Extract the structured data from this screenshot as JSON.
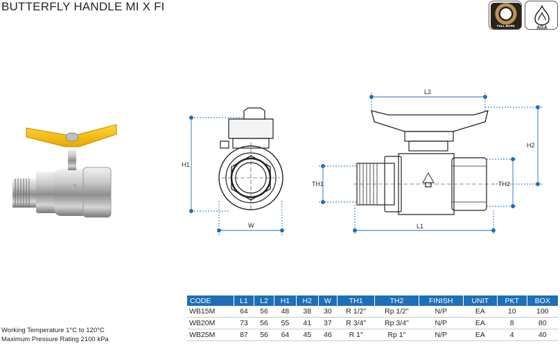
{
  "title": "BUTTERFLY HANDLE MI X FI",
  "badges": [
    {
      "icon": "full-bore-icon",
      "label": "FULL BORE"
    },
    {
      "icon": "aga-flame-icon",
      "label": "AGA"
    }
  ],
  "drawing": {
    "labels": {
      "h1": "H1",
      "w": "W",
      "l2": "L2",
      "h2": "H2",
      "th1": "TH1",
      "th2": "TH2",
      "l1": "L1"
    },
    "line_color": "#1d6fb8"
  },
  "specs": {
    "working_temperature": "Working Temperature  1°C to 120°C",
    "max_pressure": "Maximum Pressure Rating  2100 kPa"
  },
  "table": {
    "header_color": "#1d6fb8",
    "headers": [
      "CODE",
      "L1",
      "L2",
      "H1",
      "H2",
      "W",
      "TH1",
      "TH2",
      "FINISH",
      "UNIT",
      "PKT",
      "BOX"
    ],
    "rows": [
      [
        "WB15M",
        "64",
        "56",
        "48",
        "38",
        "30",
        "R 1/2\"",
        "Rp 1/2\"",
        "N/P",
        "EA",
        "10",
        "100"
      ],
      [
        "WB20M",
        "73",
        "56",
        "55",
        "41",
        "37",
        "R 3/4\"",
        "Rp 3/4\"",
        "N/P",
        "EA",
        "8",
        "80"
      ],
      [
        "WB25M",
        "87",
        "56",
        "64",
        "45",
        "46",
        "R 1\"",
        "Rp 1\"",
        "N/P",
        "EA",
        "4",
        "40"
      ]
    ]
  }
}
